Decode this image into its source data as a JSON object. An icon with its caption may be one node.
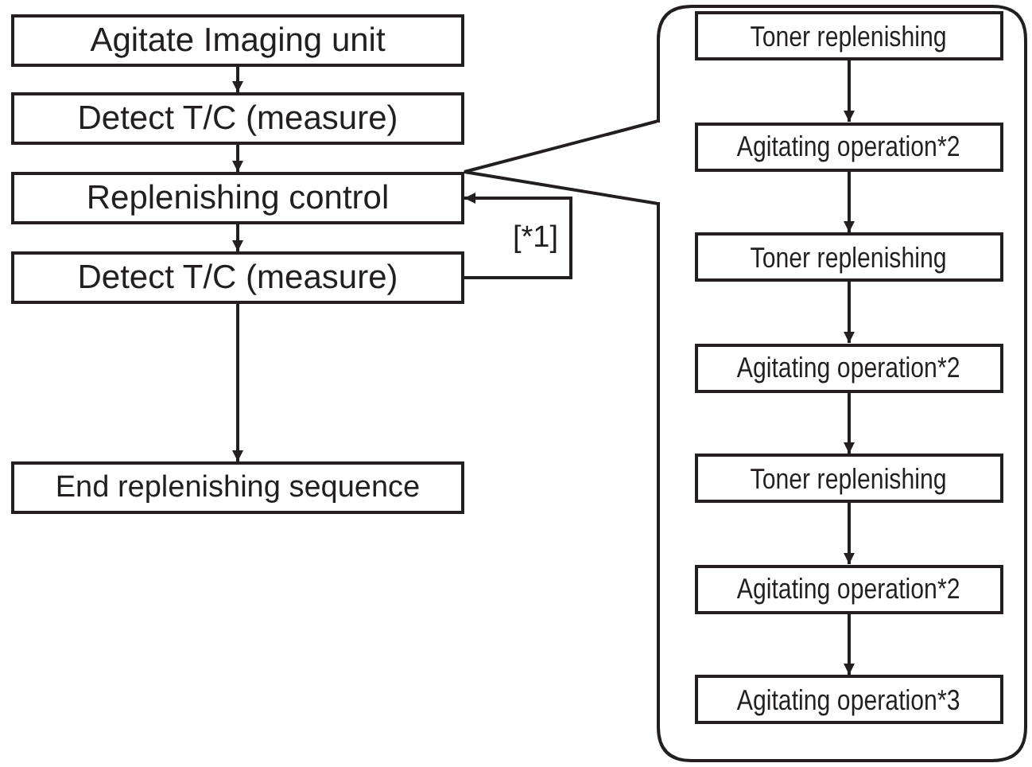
{
  "diagram": {
    "nodes": [
      {
        "text": [
          "Agitate Imaging unit"
        ]
      },
      {
        "text": [
          "Detect T/C (measure)"
        ]
      },
      {
        "text": [
          "Replenishing control"
        ]
      },
      {
        "text": [
          "Detect T/C (measure)"
        ]
      },
      {
        "text": [
          "End replenishing sequence"
        ]
      },
      {
        "text": [],
        "shape": "box"
      },
      {
        "text": [
          "Toner replenishing"
        ],
        "in": 5
      },
      {
        "text": [
          "Agitating operation*2"
        ],
        "in": 5
      },
      {
        "text": [
          "Toner replenishing"
        ],
        "in": 5
      },
      {
        "text": [
          "Agitating operation*2"
        ],
        "in": 5
      },
      {
        "text": [
          "Toner replenishing"
        ],
        "in": 5
      },
      {
        "text": [
          "Agitating operation*2"
        ],
        "in": 5
      },
      {
        "text": [
          "Agitating operation*3"
        ],
        "in": 5
      }
    ],
    "edges": [
      {
        "from": 0,
        "to": 1,
        "arrow": "to"
      },
      {
        "from": 1,
        "to": 2,
        "arrow": "to"
      },
      {
        "from": 2,
        "to": 3,
        "arrow": "to"
      },
      {
        "from": 3,
        "to": 4,
        "arrow": "to"
      },
      {
        "from": 3,
        "to": 2,
        "arrow": "to",
        "label": "[*1]"
      },
      {
        "from": 6,
        "to": 7,
        "arrow": "to"
      },
      {
        "from": 7,
        "to": 8,
        "arrow": "to"
      },
      {
        "from": 8,
        "to": 9,
        "arrow": "to"
      },
      {
        "from": 9,
        "to": 10,
        "arrow": "to"
      },
      {
        "from": 10,
        "to": 11,
        "arrow": "to"
      },
      {
        "from": 11,
        "to": 12,
        "arrow": "to"
      }
    ]
  }
}
